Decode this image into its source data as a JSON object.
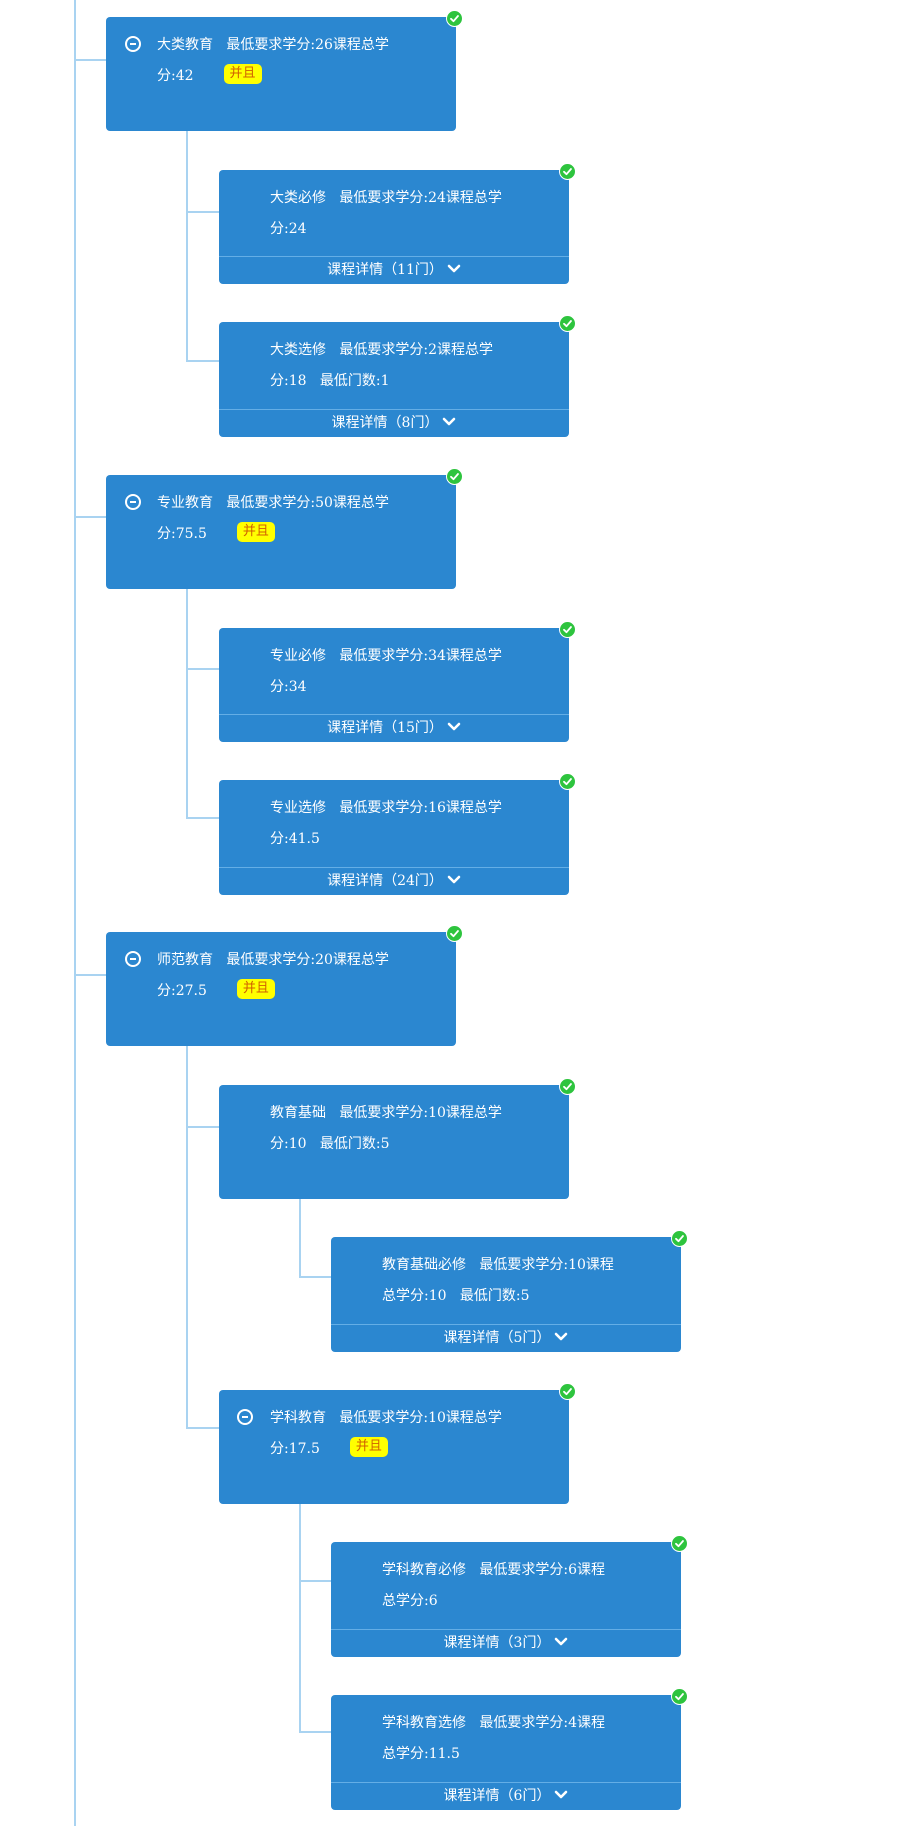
{
  "tag_label": "并且",
  "nodes": {
    "dalei": {
      "name": "大类教育",
      "credits": "最低要求学分:26课程总学",
      "line2": "分:42"
    },
    "dalei_bx": {
      "name": "大类必修",
      "credits": "最低要求学分:24课程总学",
      "line2": "分:24",
      "details": "课程详情（11门）"
    },
    "dalei_xx": {
      "name": "大类选修",
      "credits": "最低要求学分:2课程总学",
      "line2": "分:18",
      "extra": "最低门数:1",
      "details": "课程详情（8门）"
    },
    "zhuanye": {
      "name": "专业教育",
      "credits": "最低要求学分:50课程总学",
      "line2": "分:75.5"
    },
    "zhuanye_bx": {
      "name": "专业必修",
      "credits": "最低要求学分:34课程总学",
      "line2": "分:34",
      "details": "课程详情（15门）"
    },
    "zhuanye_xx": {
      "name": "专业选修",
      "credits": "最低要求学分:16课程总学",
      "line2": "分:41.5",
      "details": "课程详情（24门）"
    },
    "shifan": {
      "name": "师范教育",
      "credits": "最低要求学分:20课程总学",
      "line2": "分:27.5"
    },
    "jiaoyu_jc": {
      "name": "教育基础",
      "credits": "最低要求学分:10课程总学",
      "line2": "分:10",
      "extra": "最低门数:5"
    },
    "jiaoyu_jc_bx": {
      "name": "教育基础必修",
      "credits": "最低要求学分:10课程",
      "line2": "总学分:10",
      "extra": "最低门数:5",
      "details": "课程详情（5门）"
    },
    "xueke": {
      "name": "学科教育",
      "credits": "最低要求学分:10课程总学",
      "line2": "分:17.5"
    },
    "xueke_bx": {
      "name": "学科教育必修",
      "credits": "最低要求学分:6课程",
      "line2": "总学分:6",
      "details": "课程详情（3门）"
    },
    "xueke_xx": {
      "name": "学科教育选修",
      "credits": "最低要求学分:4课程",
      "line2": "总学分:11.5",
      "details": "课程详情（6门）"
    }
  },
  "colors": {
    "card": "#2b87d0",
    "connector": "#a9d3f1",
    "check": "#2ec43e",
    "tag_bg": "#ffff00",
    "tag_text": "#d06000"
  },
  "icons": {
    "collapse": "minus-circle-icon",
    "completed": "check-circle-icon",
    "expand": "chevron-down-icon"
  }
}
